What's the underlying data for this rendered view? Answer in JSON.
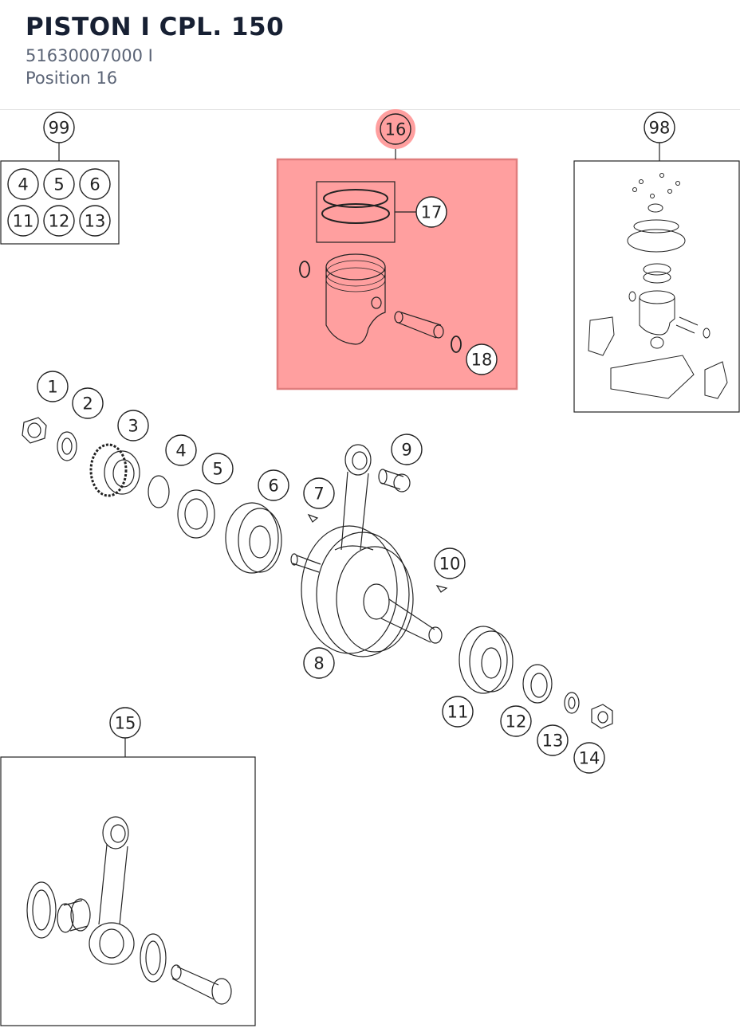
{
  "header": {
    "title": "PISTON I CPL. 150",
    "part_number": "51630007000 I",
    "position": "Position 16"
  },
  "highlight_color": "#ff9f9f",
  "callouts": {
    "c1": "1",
    "c2": "2",
    "c3": "3",
    "c4": "4",
    "c5": "5",
    "c6": "6",
    "c7": "7",
    "c8": "8",
    "c9": "9",
    "c10": "10",
    "c11": "11",
    "c12": "12",
    "c13": "13",
    "c14": "14",
    "c15": "15",
    "c16": "16",
    "c17": "17",
    "c18": "18",
    "c98": "98",
    "c99": "99"
  },
  "kit99": [
    "4",
    "5",
    "6",
    "11",
    "12",
    "13"
  ]
}
